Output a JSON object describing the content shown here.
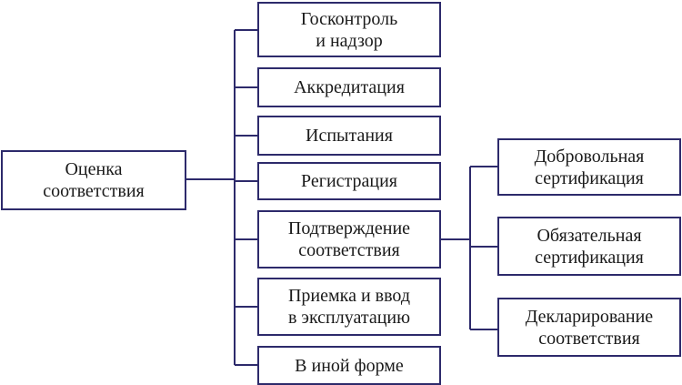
{
  "root": {
    "label": "Оценка\nсоответствия"
  },
  "forms": [
    {
      "label": "Госконтроль\nи надзор"
    },
    {
      "label": "Аккредитация"
    },
    {
      "label": "Испытания"
    },
    {
      "label": "Регистрация"
    },
    {
      "label": "Подтверждение\nсоответствия"
    },
    {
      "label": "Приемка и ввод\nв эксплуатацию"
    },
    {
      "label": "В иной форме"
    }
  ],
  "confirmation_forms": [
    {
      "label": "Добровольная\nсертификация"
    },
    {
      "label": "Обязательная\nсертификация"
    },
    {
      "label": "Декларирование\nсоответствия"
    }
  ],
  "colors": {
    "line": "#2d2a6b",
    "text": "#1a1a1a"
  }
}
